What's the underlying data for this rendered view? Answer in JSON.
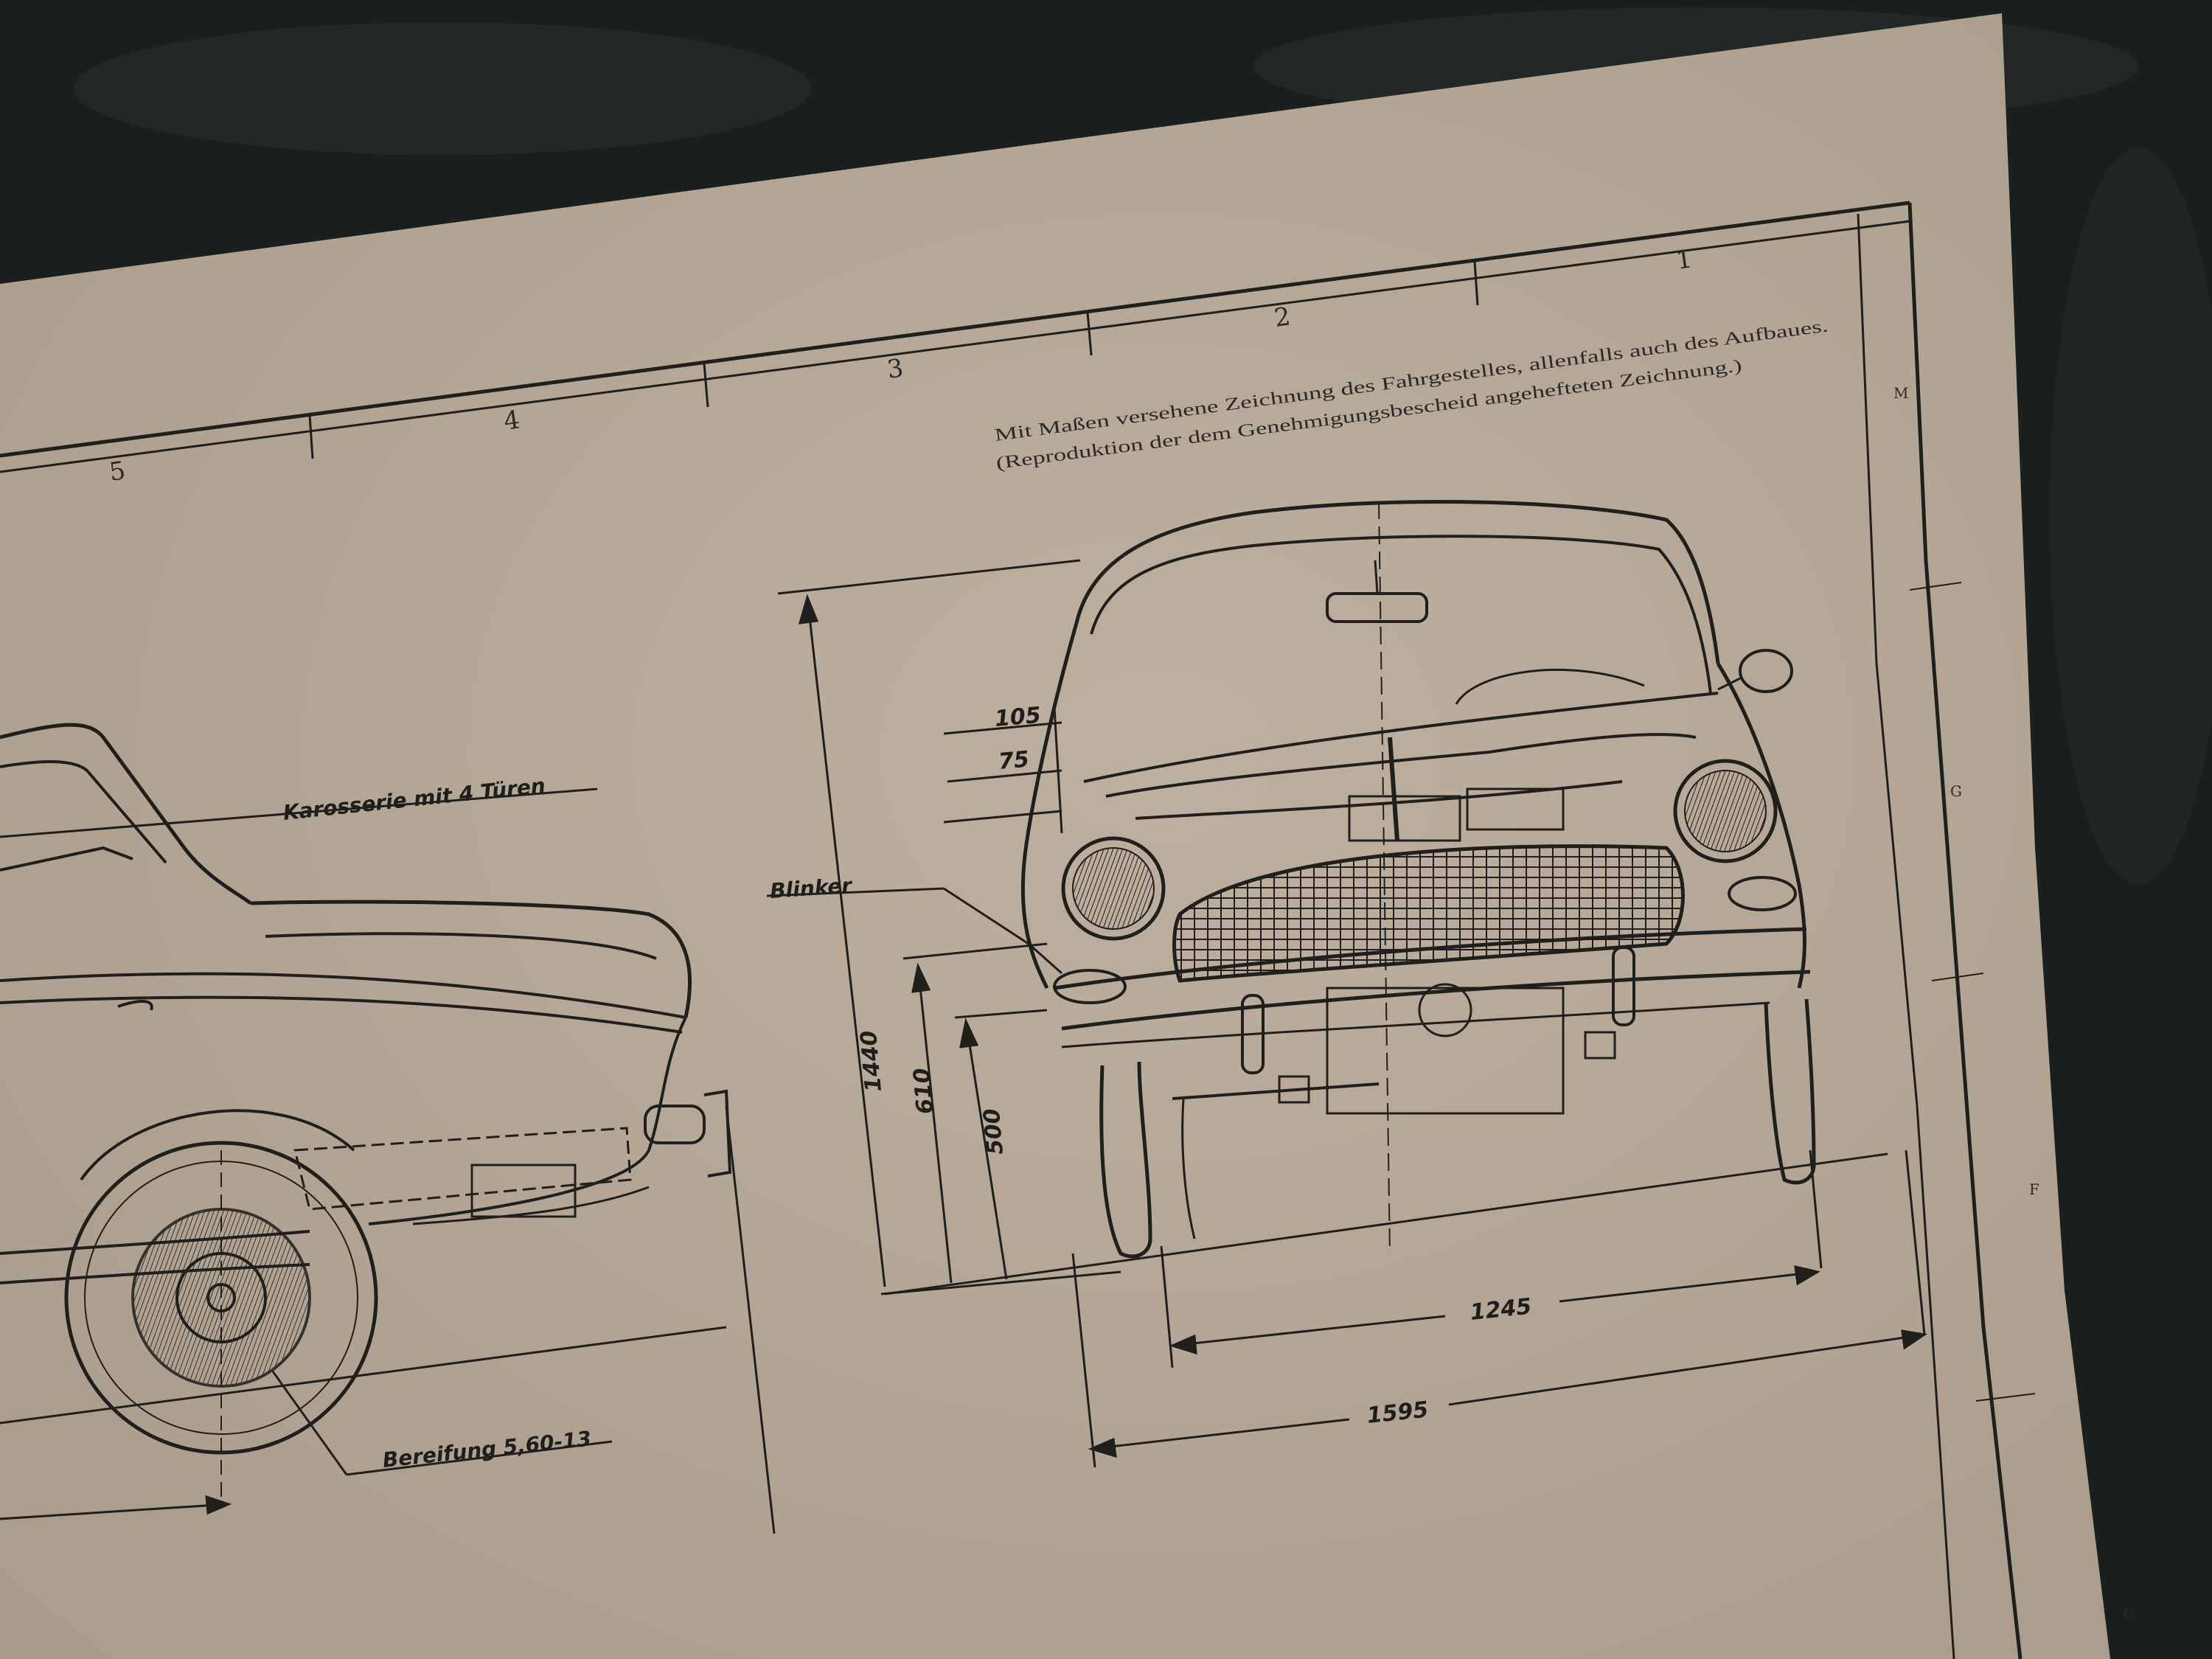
{
  "sheet": {
    "grid_numbers": [
      "5",
      "4",
      "3",
      "2",
      "1"
    ],
    "edge_letters": [
      "M",
      "G",
      "F",
      "C"
    ],
    "caption_line1": "Mit Maßen versehene Zeichnung des Fahrgestelles, allenfalls auch des Aufbaues.",
    "caption_line2": "(Reproduktion der dem Genehmigungsbescheid angehefteten Zeichnung.)"
  },
  "side_view": {
    "body_label": "Karosserie mit 4 Türen",
    "tire_label": "Bereifung 5,60-13"
  },
  "front_view": {
    "blinker_label": "Blinker",
    "dimensions": {
      "d105": "105",
      "d75": "75",
      "height": "1440",
      "d610": "610",
      "d500": "500",
      "track": "1245",
      "width": "1595"
    }
  },
  "colors": {
    "background": "#1b1f1e",
    "paper": "#b7aa9a",
    "ink": "#1f1f1d"
  }
}
